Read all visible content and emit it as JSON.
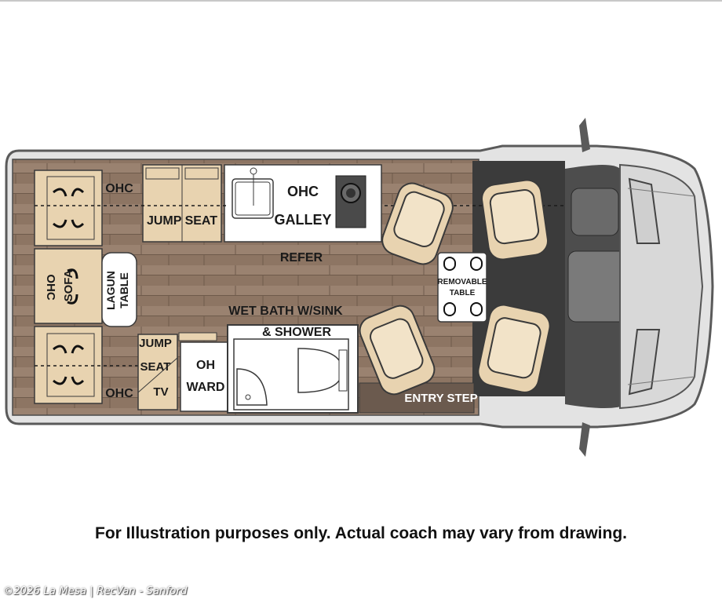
{
  "labels": {
    "ohc_rear_top": "OHC",
    "jump_seat_top": "JUMP SEAT",
    "ohc_galley_1": "OHC",
    "ohc_galley_2": "GALLEY",
    "refer": "REFER",
    "sofa_ohc": "OHC",
    "sofa": "SOFA",
    "lagun": "LAGUN",
    "table": "TABLE",
    "wet_bath_1": "WET BATH W/SINK",
    "wet_bath_2": "& SHOWER",
    "jump": "JUMP",
    "seat": "SEAT",
    "tv": "TV",
    "oh": "OH",
    "ward": "WARD",
    "ohc_rear_bottom": "OHC",
    "entry_step": "ENTRY STEP",
    "removable": "REMOVABLE",
    "removable_table": "TABLE"
  },
  "disclaimer": "For Illustration purposes only.  Actual coach may vary from drawing.",
  "watermark": "©2026 La Mesa | RecVan - Sanford",
  "colors": {
    "floor": "#8a7361",
    "cabinet": "#e8d3b0",
    "cab": "#3a3a3a",
    "body_outline": "#5a5a5a"
  }
}
